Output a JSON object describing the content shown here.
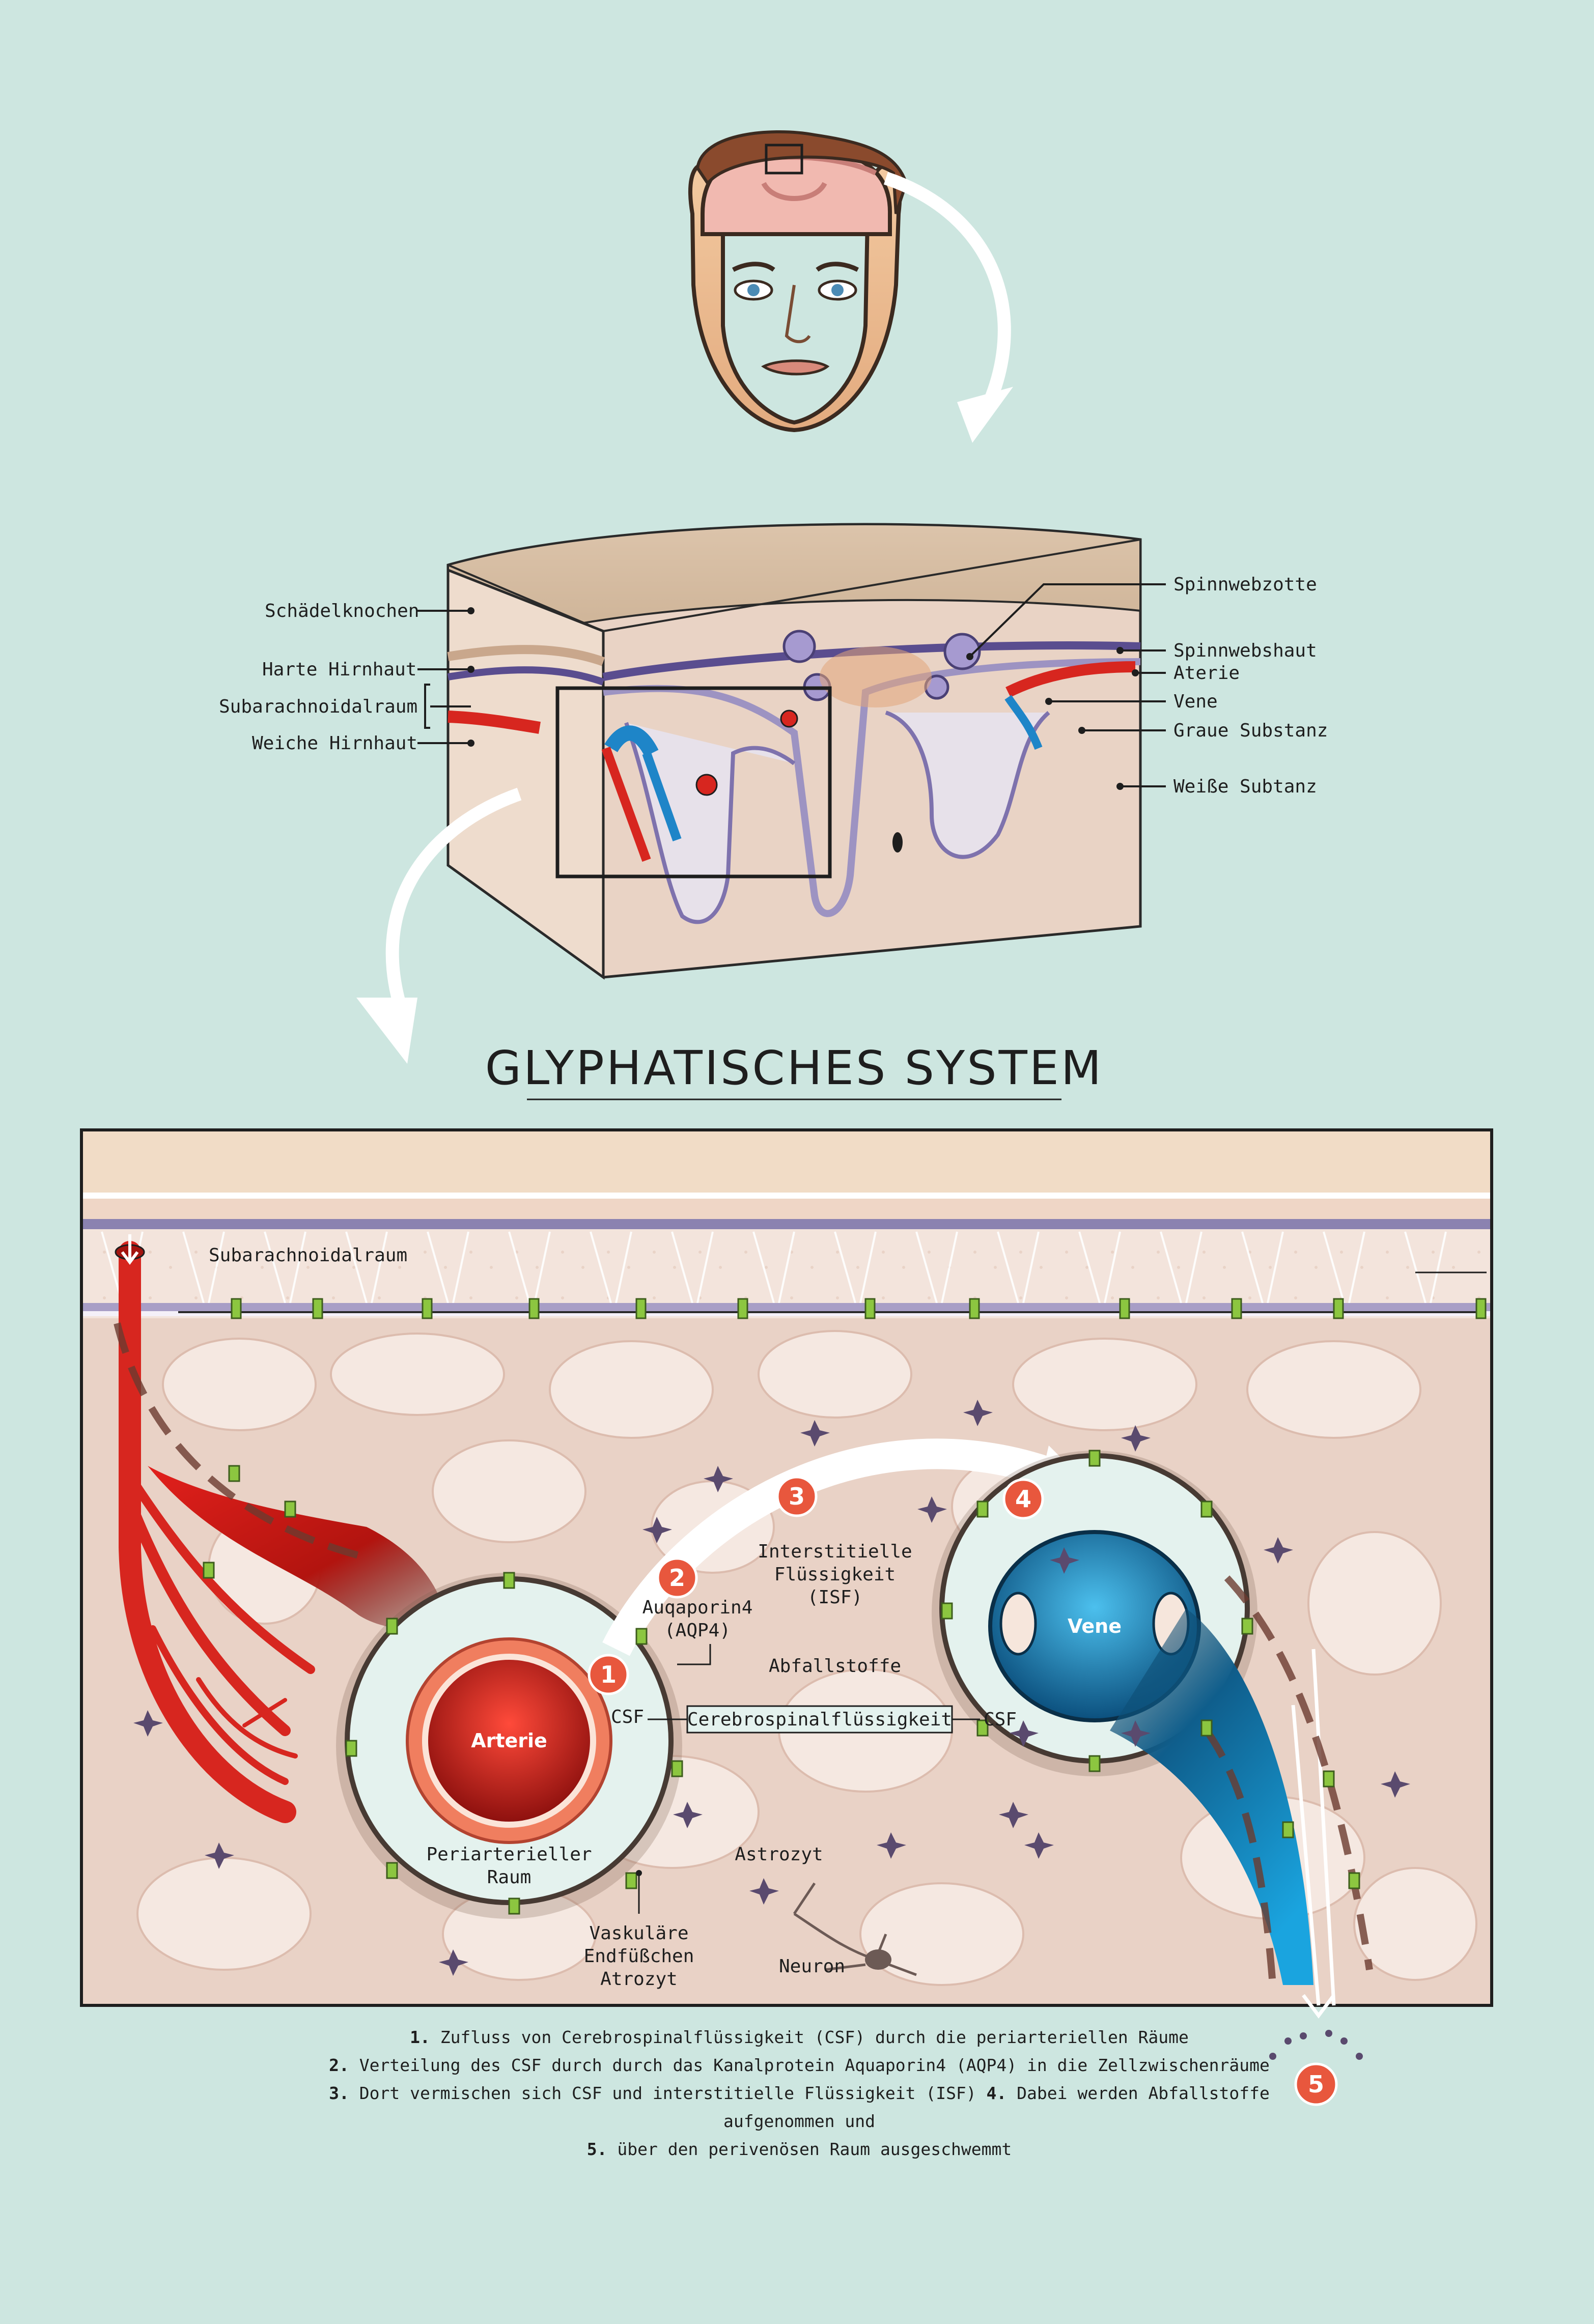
{
  "title": "GLYPHATISCHES SYSTEM",
  "block_labels": {
    "left": [
      "Schädelknochen",
      "Harte Hirnhaut",
      "Subarachnoidalraum",
      "Weiche Hirnhaut"
    ],
    "right": [
      "Spinnwebzotte",
      "Spinnwebshaut",
      "Aterie",
      "Vene",
      "Graue Substanz",
      "Weiße Subtanz"
    ]
  },
  "detail_labels": {
    "subarachnoid": "Subarachnoidalraum",
    "arterie": "Arterie",
    "vene": "Vene",
    "csf_left": "CSF",
    "csf_right": "CSF",
    "csf_full": "Cerebrospinalflüssigkeit",
    "aquaporin": [
      "Auqaporin4",
      "(AQP4)"
    ],
    "isf": [
      "Interstitielle",
      "Flüssigkeit",
      "(ISF)"
    ],
    "abfall": "Abfallstoffe",
    "periarteriell": [
      "Periarterieller",
      "Raum"
    ],
    "astrozyt": "Astrozyt",
    "endfuesschen": [
      "Vasku­läre",
      "Endfüßchen",
      "Atrozyt"
    ],
    "neuron": "Neuron"
  },
  "steps": [
    "1",
    "2",
    "3",
    "4",
    "5"
  ],
  "legend": [
    {
      "n": "1.",
      "t": " Zufluss von Cerebrospinalflüssigkeit (CSF) durch die periarteriellen Räume"
    },
    {
      "n": "2.",
      "t": " Verteilung des CSF durch durch das Kanalprotein Aquaporin4 (AQP4) in die Zellzwischenräume"
    },
    {
      "n": "3.",
      "t": " Dort vermischen sich CSF und interstitielle Flüssigkeit (ISF)"
    },
    {
      "n": "4.",
      "t": " Dabei werden Abfallstoffe aufgenommen und"
    },
    {
      "n": "5.",
      "t": " über den perivenösen Raum ausgeschwemmt"
    }
  ],
  "colors": {
    "background": "#cde6e0",
    "tissue": "#ead0c2",
    "artery": "#d7261f",
    "vein": "#1f8fd0",
    "csf": "#e4f2ee",
    "marker": "#e8573d",
    "aquaporin": "#7db43a"
  }
}
